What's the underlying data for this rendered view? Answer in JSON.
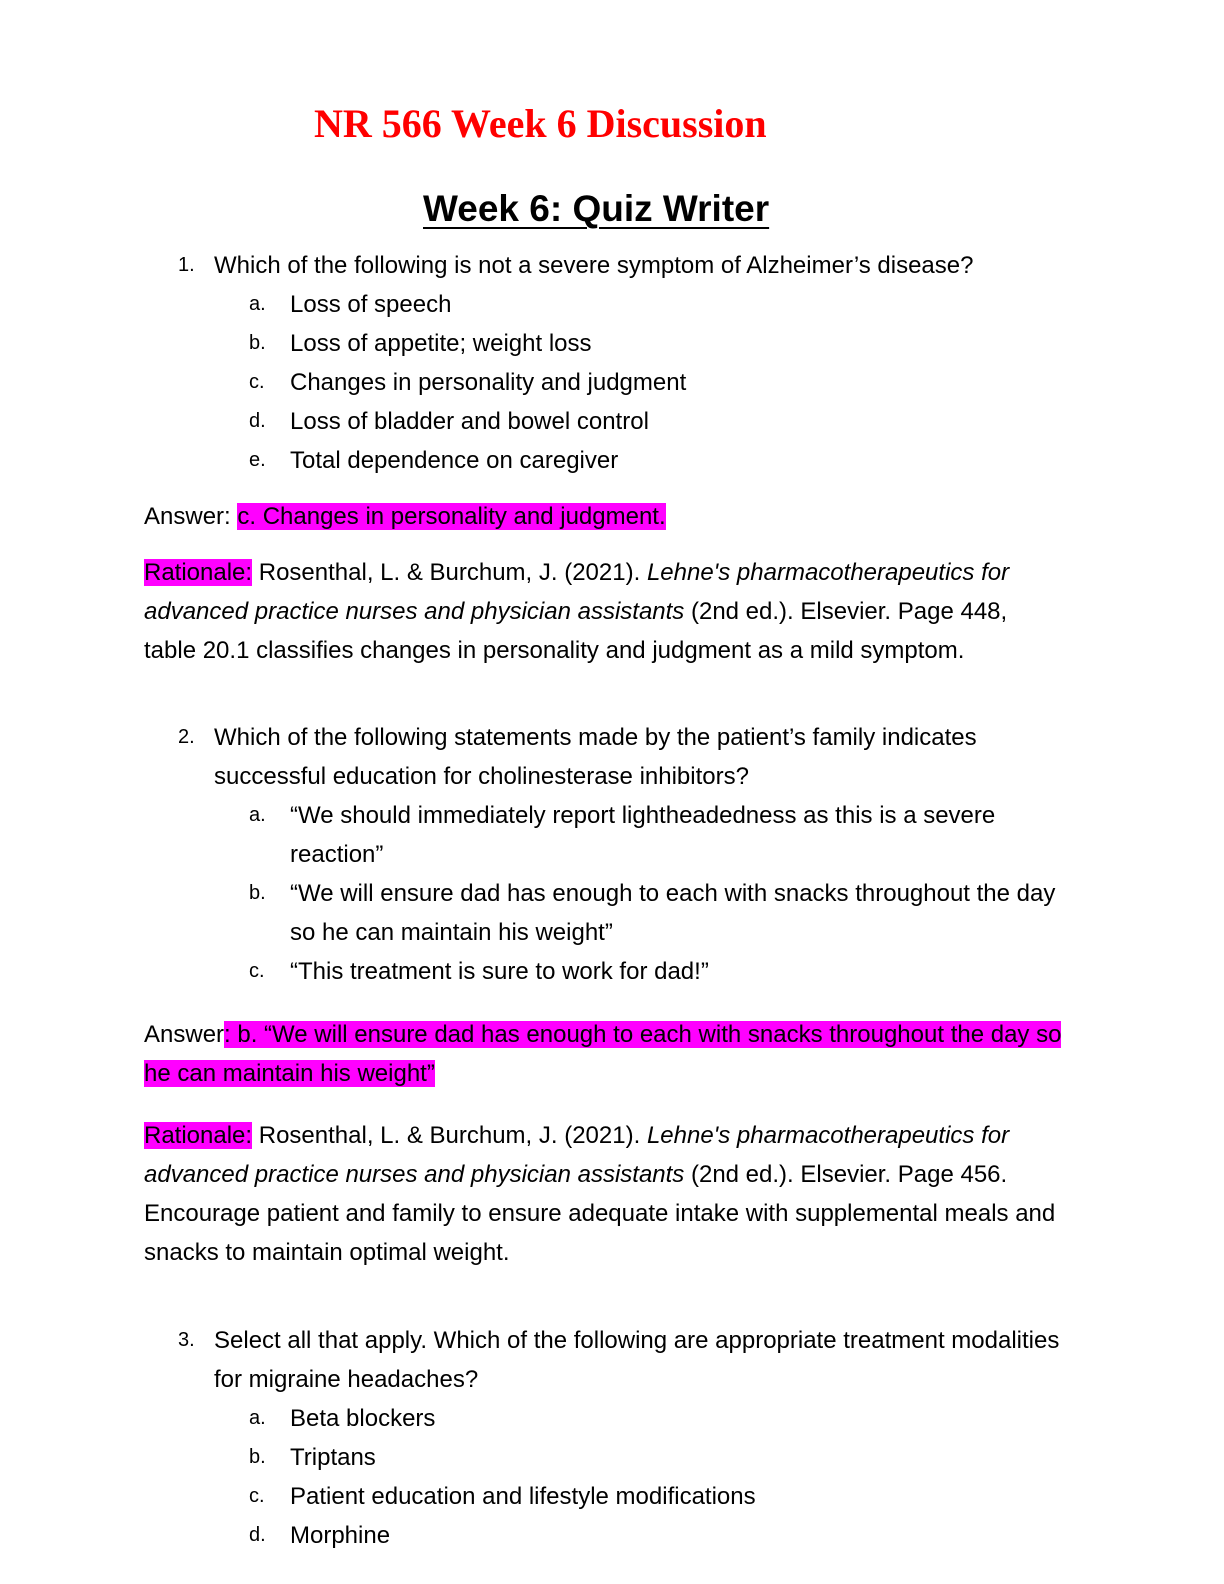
{
  "header": {
    "title": "NR 566 Week 6 Discussion",
    "subtitle": "Week 6: Quiz Writer"
  },
  "highlight_color": "#ff00ff",
  "title_color": "#ff0000",
  "questions": [
    {
      "number": "1.",
      "text": "Which of the following is not a severe symptom of Alzheimer’s disease?",
      "options": [
        {
          "letter": "a.",
          "text": "Loss of speech"
        },
        {
          "letter": "b.",
          "text": "Loss of appetite; weight loss"
        },
        {
          "letter": "c.",
          "text": "Changes in personality and judgment"
        },
        {
          "letter": "d.",
          "text": "Loss of bladder and bowel control"
        },
        {
          "letter": "e.",
          "text": "Total dependence on caregiver"
        }
      ],
      "answer_label": "Answer: ",
      "answer_text": "c. Changes in personality and judgment.",
      "rationale_label": "Rationale:",
      "rationale_pre": " Rosenthal, L. & Burchum, J. (2021). ",
      "rationale_italic": "Lehne's pharmacotherapeutics for advanced practice nurses and physician assistants",
      "rationale_post": " (2nd ed.). Elsevier. Page 448, table 20.1 classifies changes in personality and judgment as a mild symptom."
    },
    {
      "number": "2.",
      "text": "Which of the following statements made by the patient’s family indicates successful education for cholinesterase inhibitors?",
      "options": [
        {
          "letter": "a.",
          "text": "“We should immediately report lightheadedness as this is a severe reaction”"
        },
        {
          "letter": "b.",
          "text": "“We will ensure dad has enough to each with snacks throughout the day so he can maintain his weight”"
        },
        {
          "letter": "c.",
          "text": "“This treatment is sure to work for dad!”"
        }
      ],
      "answer_label": "Answer",
      "answer_text": ": b. “We will ensure dad has enough to each with snacks throughout the day so he can maintain his weight”",
      "rationale_label": "Rationale:",
      "rationale_pre": " Rosenthal, L. & Burchum, J. (2021). ",
      "rationale_italic": "Lehne's pharmacotherapeutics for advanced practice nurses and physician assistants",
      "rationale_post": " (2nd ed.). Elsevier. Page 456. Encourage patient and family to ensure adequate intake with supplemental meals and snacks to maintain optimal weight."
    },
    {
      "number": "3.",
      "text": "Select all that apply. Which of the following are appropriate treatment modalities for migraine headaches?",
      "options": [
        {
          "letter": "a.",
          "text": "Beta blockers"
        },
        {
          "letter": "b.",
          "text": "Triptans"
        },
        {
          "letter": "c.",
          "text": "Patient education and lifestyle modifications"
        },
        {
          "letter": "d.",
          "text": "Morphine"
        }
      ]
    }
  ]
}
